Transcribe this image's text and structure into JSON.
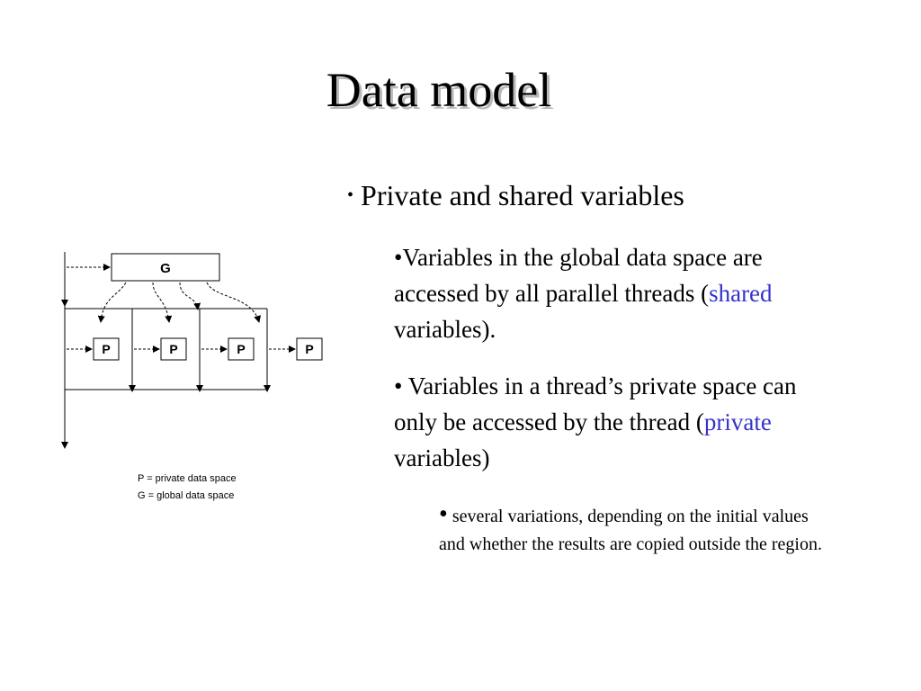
{
  "slide": {
    "title": "Data model",
    "bullets": {
      "b1": {
        "marker": "•",
        "text": "Private and shared variables"
      },
      "b2": {
        "text_before": "•Variables in the global data space are accessed by all parallel threads (",
        "accent": "shared",
        "text_after": " variables)."
      },
      "b3": {
        "text_before": "•  Variables in a thread’s private space can only be accessed by the thread (",
        "accent": "private",
        "text_after": " variables)"
      },
      "b4": {
        "marker": "•",
        "text": " several variations, depending on the initial values and whether the results are copied outside the region."
      }
    },
    "accent_color": "#3333cc"
  },
  "diagram": {
    "global_label": "G",
    "private_label": "P",
    "legend": [
      "P = private data space",
      "G = global data space"
    ]
  }
}
